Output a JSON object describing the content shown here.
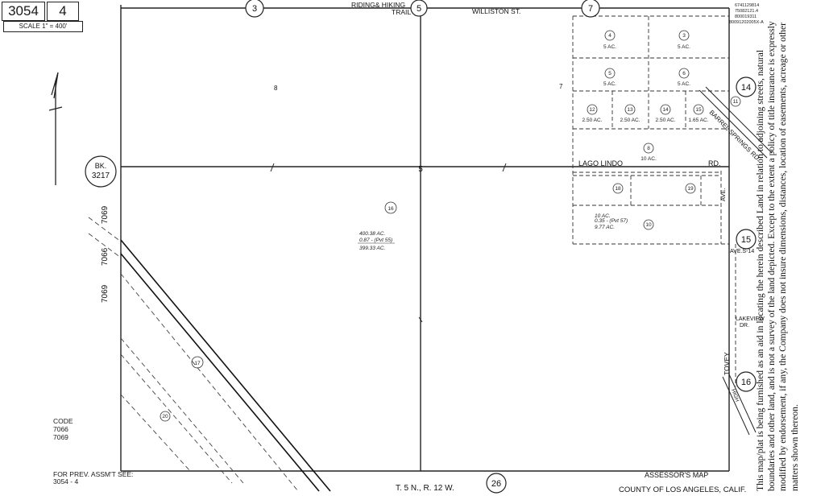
{
  "header": {
    "book": "3054",
    "page": "4",
    "scale": "SCALE 1\" = 400'"
  },
  "streets": {
    "top_trail_line1": "RIDING& HIKING",
    "top_trail_line2": "TRAIL",
    "williston": "WILLISTON ST.",
    "lago_lindo_left": "LAGO LINDO",
    "lago_lindo_right": "RD.",
    "barrel_springs": "BARREL SPRINGS RD.",
    "ave_label": "AVE.",
    "ave_s14": "AVE.S-14",
    "lakeview": "LAKEVIEW",
    "lakeview_dr": "DR.",
    "tovey": "TOVEY",
    "diagonal": "HIGH"
  },
  "section_circles": {
    "top_left": "3",
    "top_center": "5",
    "top_right": "7",
    "right_upper": "14",
    "right_middle": "15",
    "right_lower": "16",
    "bottom": "26"
  },
  "book_ref": {
    "line1": "BK.",
    "line2": "3217"
  },
  "map_numbers": {
    "center": "5",
    "left_section": "8",
    "right_section": "7"
  },
  "parcels": [
    {
      "num": "4",
      "area": "5 AC."
    },
    {
      "num": "3",
      "area": "5 AC."
    },
    {
      "num": "5",
      "area": "5 AC."
    },
    {
      "num": "6",
      "area": "5 AC."
    },
    {
      "num": "12",
      "area": "2.50 AC."
    },
    {
      "num": "13",
      "area": "2.50 AC."
    },
    {
      "num": "14",
      "area": "2.50 AC."
    },
    {
      "num": "15",
      "area": "1.65 AC."
    },
    {
      "num": "11",
      "area": ""
    },
    {
      "num": "8",
      "area": "10 AC."
    },
    {
      "num": "18",
      "area": ""
    },
    {
      "num": "19",
      "area": ""
    },
    {
      "num": "10",
      "area": "9.77 AC."
    },
    {
      "num": "16",
      "area": ""
    },
    {
      "num": "17",
      "area": ""
    },
    {
      "num": "20",
      "area": ""
    }
  ],
  "parcel16_note": {
    "line1": "400.38 AC.",
    "line2": "0.87 - (Pvt 55)",
    "line3": "399.33 AC."
  },
  "parcel10_note": {
    "line1": "10 AC.",
    "line2": "0.35 - (Pvt 57)"
  },
  "parcel8_note": "10 AC.",
  "left_codes": {
    "code_a": "7069",
    "code_b": "7066",
    "code_c": "7069"
  },
  "code_block": {
    "label": "CODE",
    "c1": "7066",
    "c2": "7069"
  },
  "prev_assmt": {
    "line1": "FOR PREV. ASSM'T SEE:",
    "line2": "3054 - 4"
  },
  "footer": {
    "township": "T. 5 N., R. 12 W.",
    "assessor_line1": "ASSESSOR'S MAP",
    "assessor_line2": "COUNTY OF LOS ANGELES, CALIF."
  },
  "top_right_codes": [
    "6741129814",
    "75082121.4",
    "800019311",
    "80091202005X-A"
  ],
  "disclaimer": "This map/plat is being furnished as an aid in locating the herein described Land in relation to adjoining streets, natural boundaries and other land, and is not a survey of the land depicted. Except to the extent a policy of title insurance is expressly modified by endorsement, if any, the Company does not insure dimensions, distances, location of easements, acreage or other matters shown thereon."
}
